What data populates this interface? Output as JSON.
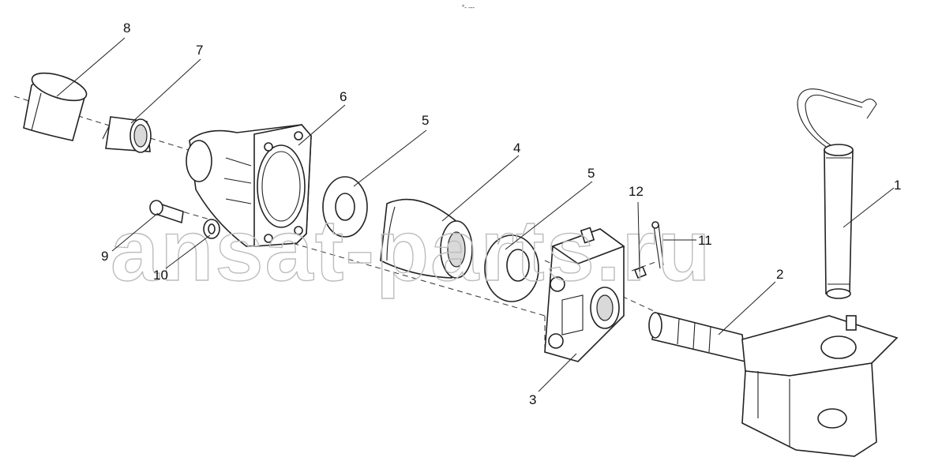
{
  "diagram": {
    "corner_mark": "°- ---",
    "watermark": "ansat-parts.ru",
    "callouts": [
      "1",
      "2",
      "3",
      "4",
      "5",
      "5",
      "6",
      "7",
      "8",
      "9",
      "10",
      "11",
      "12"
    ]
  }
}
